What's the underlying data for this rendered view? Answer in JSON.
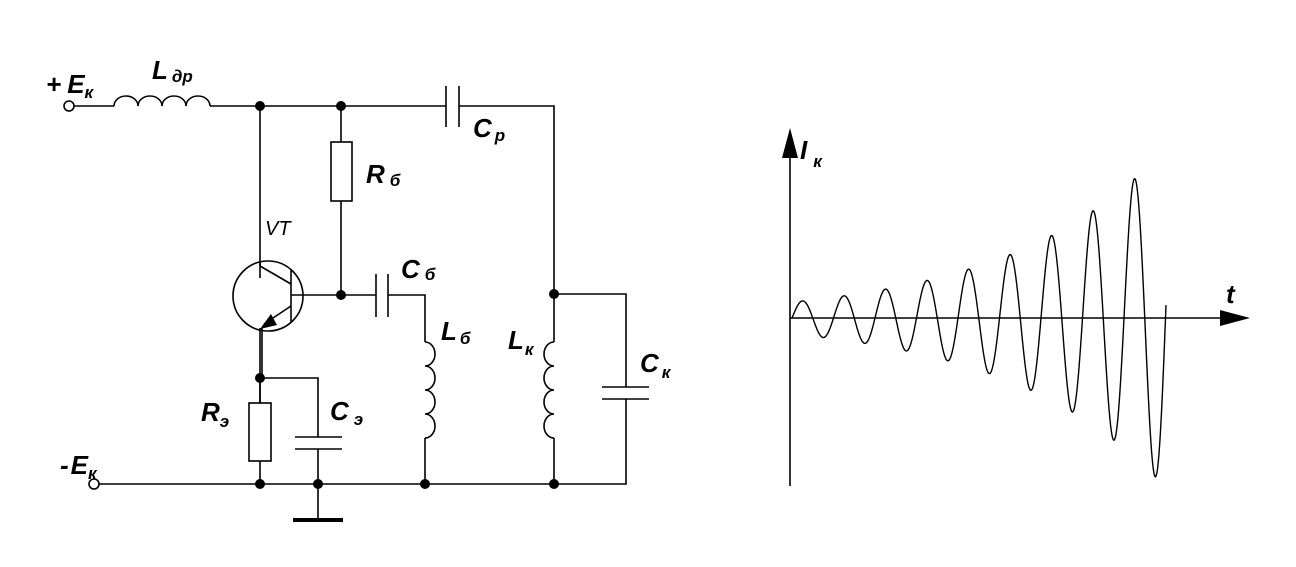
{
  "circuit": {
    "vplus": {
      "sign": "+",
      "main": "E",
      "sub": "к"
    },
    "vminus": {
      "sign": "-",
      "main": "E",
      "sub": "к"
    },
    "choke": {
      "main": "L",
      "sub": "др"
    },
    "cap_coupling": {
      "main": "C",
      "sub": "р"
    },
    "res_base": {
      "main": "R",
      "sub": "б"
    },
    "transistor": "VT",
    "cap_base": {
      "main": "C",
      "sub": "б"
    },
    "ind_base": {
      "main": "L",
      "sub": "б"
    },
    "ind_tank": {
      "main": "L",
      "sub": "к"
    },
    "cap_tank": {
      "main": "C",
      "sub": "к"
    },
    "res_emitter": {
      "main": "R",
      "sub": "э"
    },
    "cap_emitter": {
      "main": "C",
      "sub": "э"
    }
  },
  "graph": {
    "ylabel": {
      "main": "I",
      "sub": "к"
    },
    "xlabel": "t",
    "signal": "growing-oscillation"
  }
}
